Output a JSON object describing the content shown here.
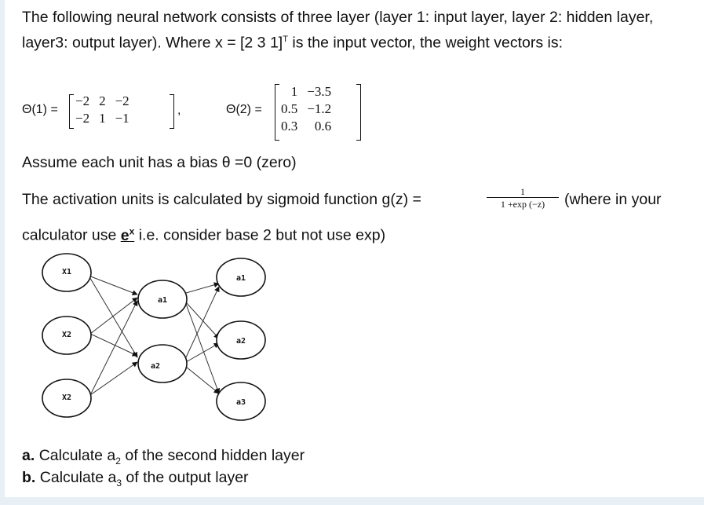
{
  "intro": {
    "text": "The following neural network consists of three layer (layer 1: input layer, layer 2: hidden layer, layer3: output layer).  Where x = [2 3 1]",
    "sup": "T",
    "text_after": " is the input vector, the weight vectors is:"
  },
  "theta1": {
    "label": "Θ(1) =",
    "rows": [
      [
        "−2",
        "2",
        "−2"
      ],
      [
        "−2",
        "1",
        "−1"
      ]
    ],
    "trail": ","
  },
  "theta2": {
    "label": "Θ(2) =",
    "rows": [
      [
        "1",
        "−3.5"
      ],
      [
        "0.5",
        "−1.2"
      ],
      [
        "0.3",
        "0.6"
      ]
    ]
  },
  "bias_text": "Assume each unit has a bias θ =0 (zero)",
  "activation": {
    "prefix": "The activation units is calculated by sigmoid function g(z) = ",
    "frac_num": "1",
    "frac_den": "1 +exp (−z)",
    "suffix": "(where in your",
    "line2_a": "calculator use ",
    "line2_e": "e",
    "line2_x": "x",
    "line2_b": " i.e. consider base 2 but not use exp)"
  },
  "network": {
    "inputs": [
      "X1",
      "X2",
      "X2"
    ],
    "hidden": [
      "a1",
      "a2"
    ],
    "outputs": [
      "a1",
      "a2",
      "a3"
    ]
  },
  "questions": [
    {
      "letter": "a.",
      "text_pre": "Calculate a",
      "sub": "2",
      "text_post": " of the second hidden layer"
    },
    {
      "letter": "b.",
      "text_pre": "Calculate a",
      "sub": "3",
      "text_post": " of the output layer"
    }
  ]
}
